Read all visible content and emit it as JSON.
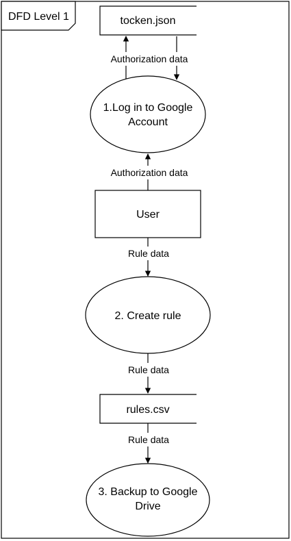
{
  "frame": {
    "title": "DFD Level 1"
  },
  "datastores": {
    "token": "tocken.json",
    "rules": "rules.csv"
  },
  "processes": {
    "login_line1": "1.Log in to Google",
    "login_line2": "Account",
    "create_rule": "2. Create rule",
    "backup_line1": "3. Backup to Google",
    "backup_line2": "Drive"
  },
  "entities": {
    "user": "User"
  },
  "flows": {
    "auth_token": "Authorization data",
    "auth_user": "Authorization data",
    "rule_user": "Rule data",
    "rule_create": "Rule data",
    "rule_backup": "Rule data"
  }
}
